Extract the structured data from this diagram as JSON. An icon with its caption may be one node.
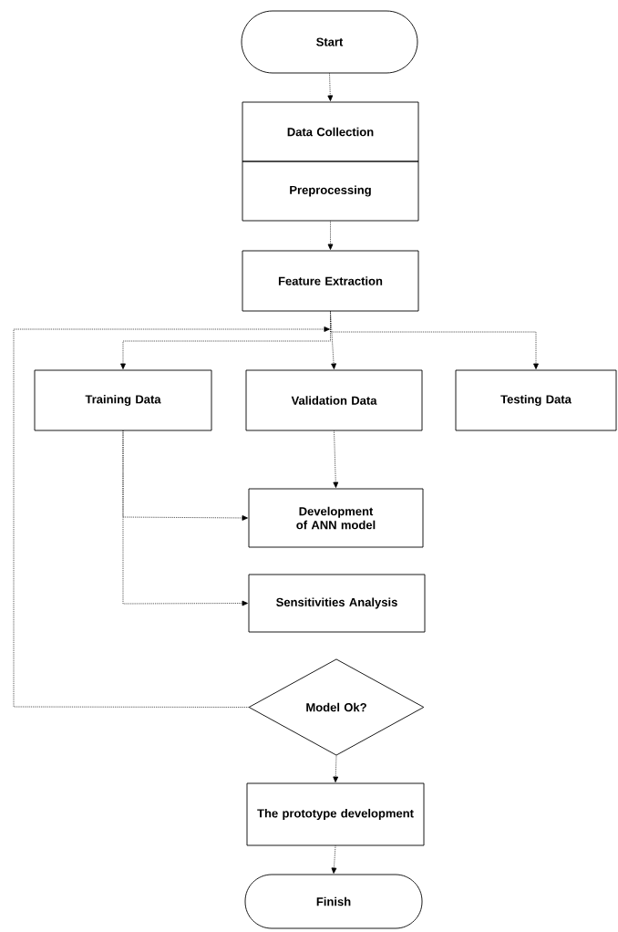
{
  "diagram": {
    "nodes": [
      {
        "text": [
          "Start"
        ]
      },
      {
        "text": [
          "Data Collection"
        ]
      },
      {
        "text": [
          "Preprocessing"
        ]
      },
      {
        "text": [
          "Feature Extraction"
        ]
      },
      {
        "text": [
          "Training Data"
        ]
      },
      {
        "text": [
          "Validation Data"
        ]
      },
      {
        "text": [
          "Testing Data"
        ]
      },
      {
        "text": [
          "Development of ANN model"
        ]
      },
      {
        "text": [
          "Sensitivities Analysis"
        ]
      },
      {
        "text": [
          "Model Ok?"
        ]
      },
      {
        "text": [
          "The prototype development"
        ]
      },
      {
        "text": [
          "Finish"
        ]
      }
    ],
    "edges": [
      {
        "from": 0,
        "to": 1,
        "arrow": "to"
      },
      {
        "from": 2,
        "to": 3,
        "arrow": "to"
      },
      {
        "from": 3,
        "to": 4,
        "arrow": "to"
      },
      {
        "from": 3,
        "to": 5,
        "arrow": "to"
      },
      {
        "from": 3,
        "to": 6,
        "arrow": "to"
      },
      {
        "from": 5,
        "to": 7,
        "arrow": "to"
      },
      {
        "from": 4,
        "to": 7,
        "arrow": "to"
      },
      {
        "from": 4,
        "to": 8,
        "arrow": "to"
      },
      {
        "from": 9,
        "to": 3,
        "arrow": "to"
      },
      {
        "from": 9,
        "to": 10,
        "arrow": "to"
      },
      {
        "from": 10,
        "to": 11,
        "arrow": "to"
      }
    ]
  }
}
